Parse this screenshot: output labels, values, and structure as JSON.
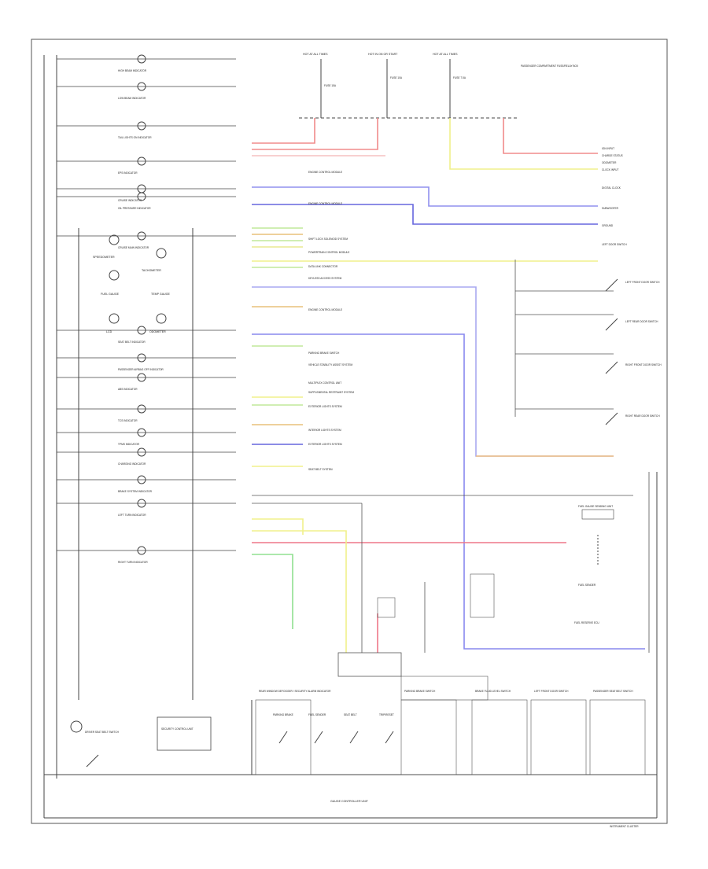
{
  "diagram": {
    "footer_left": "",
    "footer_right": "INSTRUMENT CLUSTER",
    "bottom_bus": "GAUGE CONTROLLER UNIT",
    "top_fuses": [
      {
        "name": "HOT AT ALL TIMES",
        "fuse": "FUSE 15A"
      },
      {
        "name": "HOT IN ON OR START",
        "fuse": "FUSE 10A"
      },
      {
        "name": "HOT AT ALL TIMES",
        "fuse": "FUSE 7.5A"
      }
    ],
    "top_right_note": "PASSENGER COMPARTMENT FUSE/RELAY BOX",
    "left_lamps": [
      {
        "label": "HIGH BEAM INDICATOR",
        "y": 0
      },
      {
        "label": "LOW BEAM INDICATOR",
        "y": 1
      },
      {
        "label": "TAIL LIGHTS ON INDICATOR",
        "y": 2
      },
      {
        "label": "EPS INDICATOR",
        "y": 3
      },
      {
        "label": "CRUISE INDICATOR",
        "y": 4
      },
      {
        "label": "OIL PRESSURE INDICATOR",
        "y": 5
      },
      {
        "label": "CRUISE MAIN INDICATOR",
        "y": 6
      },
      {
        "label": "SEAT BELT INDICATOR",
        "y": 7
      },
      {
        "label": "PASSENGER AIRBAG OFF INDICATOR",
        "y": 8
      },
      {
        "label": "ABS INDICATOR",
        "y": 9
      },
      {
        "label": "TCS INDICATOR",
        "y": 10
      },
      {
        "label": "TPMS INDICATOR",
        "y": 11
      },
      {
        "label": "CHARGING INDICATOR",
        "y": 12
      },
      {
        "label": "BRAKE SYSTEM INDICATOR",
        "y": 13
      },
      {
        "label": "LEFT TURN INDICATOR",
        "y": 14
      },
      {
        "label": "RIGHT TURN INDICATOR",
        "y": 15
      }
    ],
    "gauges": [
      "SPEEDOMETER",
      "TACHOMETER",
      "FUEL GAUGE",
      "TEMP GAUGE",
      "LCD",
      "ODOMETER"
    ],
    "mid_connections": [
      "ENGINE CONTROL MODULE",
      "ENGINE CONTROL MODULE",
      "SHIFT LOCK SOLENOID SYSTEM",
      "POWERTRAIN CONTROL MODULE",
      "DATA LINK CONNECTOR",
      "KEYLESS ACCESS SYSTEM",
      "ENGINE CONTROL MODULE",
      "PARKING BRAKE SWITCH",
      "VEHICLE STABILITY ASSIST SYSTEM",
      "MULTIPLEX CONTROL UNIT",
      "SUPPLEMENTAL RESTRAINT SYSTEM",
      "EXTERIOR LIGHTS SYSTEM",
      "INTERIOR LIGHTS SYSTEM",
      "EXTERIOR LIGHTS SYSTEM",
      "SEAT BELT SYSTEM"
    ],
    "right_labels": [
      "IGN INPUT",
      "CHARGE STATUS",
      "ODOMETER",
      "CLOCK INPUT",
      "DIGITAL CLOCK",
      "SUBWOOFER",
      "GROUND",
      "LEFT DOOR SWITCH"
    ],
    "door_switches": [
      "LEFT FRONT DOOR SWITCH",
      "LEFT REAR DOOR SWITCH",
      "RIGHT FRONT DOOR SWITCH",
      "RIGHT REAR DOOR SWITCH"
    ],
    "fuel_sender": [
      "FUEL GAUGE SENDING UNIT",
      "FUEL SENDER",
      "FUEL RESERVE ECU"
    ],
    "bottom_boxes": [
      "REAR WINDOW DEFOGGER / SECURITY ALARM INDICATOR",
      "PARKING BRAKE SWITCH",
      "BRAKE FLUID LEVEL SWITCH",
      "LEFT FRONT DOOR SWITCH",
      "PASSENGER SEAT BELT SWITCH"
    ],
    "bottom_switches": [
      "PARKING BRAKE",
      "FUEL SENDER",
      "SEAT BELT",
      "TRIP/RESET"
    ],
    "left_box_labels": [
      "DRIVER SEAT BELT SWITCH",
      "SECURITY CONTROL UNIT"
    ]
  }
}
